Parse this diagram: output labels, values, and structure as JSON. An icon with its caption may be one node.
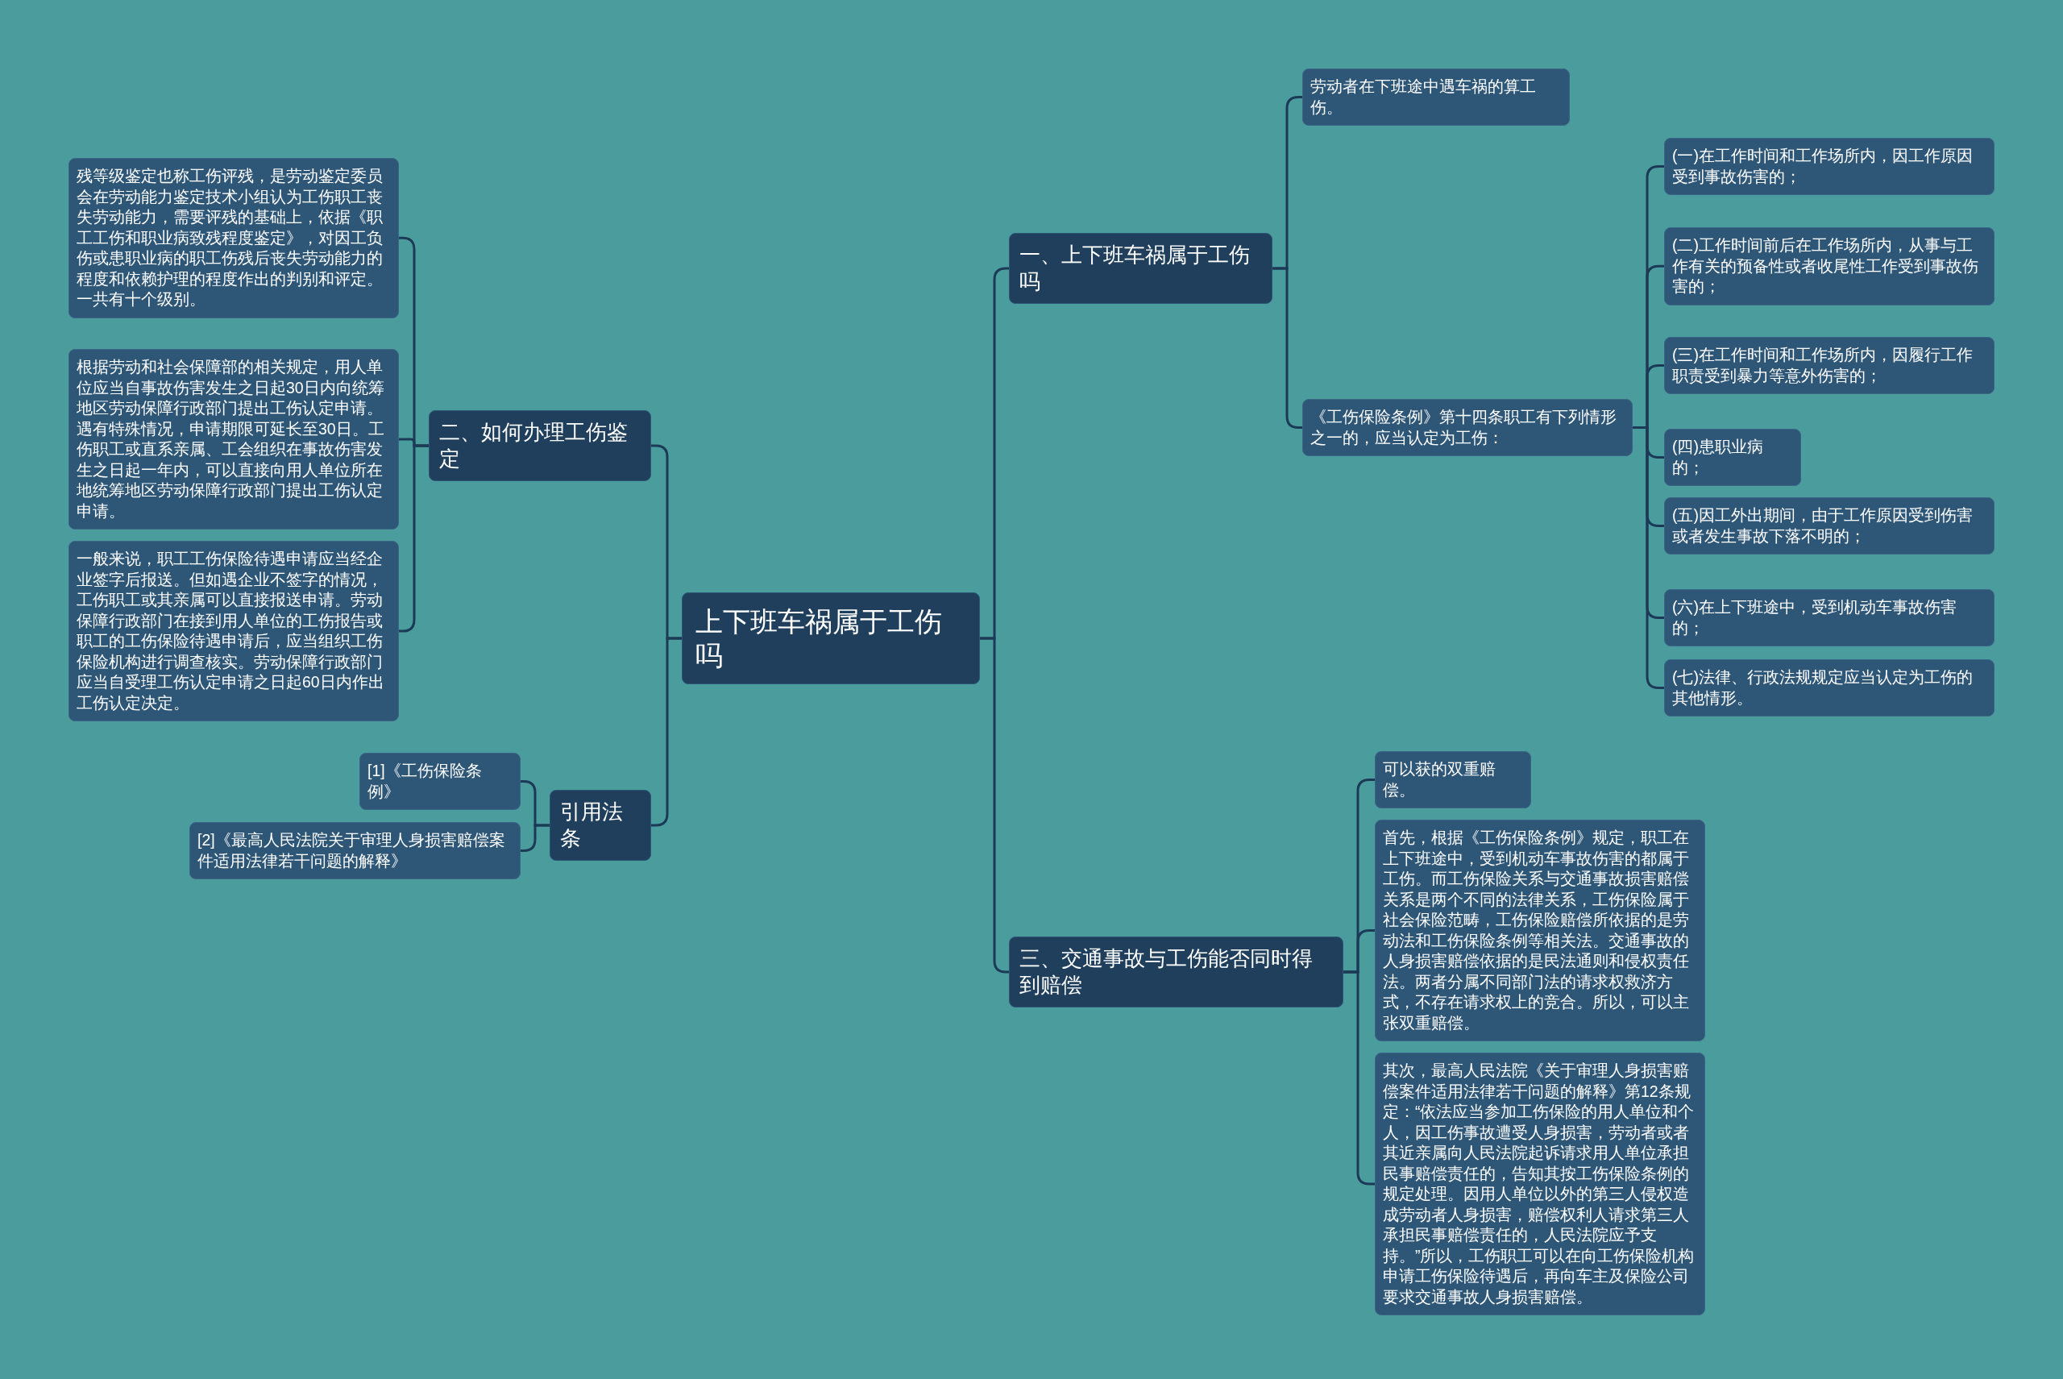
{
  "diagram": {
    "nodes": [
      {
        "text": [
          "上下班车祸属于工伤吗"
        ]
      },
      {
        "text": [
          "一、上下班车祸属于工伤吗"
        ]
      },
      {
        "text": [
          "劳动者在下班途中遇车祸的算工伤。"
        ]
      },
      {
        "text": [
          "《工伤保险条例》第十四条职工有下列情形之一的，应当认定为工伤："
        ]
      },
      {
        "text": [
          "(一)在工作时间和工作场所内，因工作原因受到事故伤害的；"
        ]
      },
      {
        "text": [
          "(二)工作时间前后在工作场所内，从事与工作有关的预备性或者收尾性工作受到事故伤害的；"
        ]
      },
      {
        "text": [
          "(三)在工作时间和工作场所内，因履行工作职责受到暴力等意外伤害的；"
        ]
      },
      {
        "text": [
          "(四)患职业病的；"
        ]
      },
      {
        "text": [
          "(五)因工外出期间，由于工作原因受到伤害或者发生事故下落不明的；"
        ]
      },
      {
        "text": [
          "(六)在上下班途中，受到机动车事故伤害的；"
        ]
      },
      {
        "text": [
          "(七)法律、行政法规规定应当认定为工伤的其他情形。"
        ]
      },
      {
        "text": [
          "二、如何办理工伤鉴定"
        ]
      },
      {
        "text": [
          "残等级鉴定也称工伤评残，是劳动鉴定委员会在劳动能力鉴定技术小组认为工伤职工丧失劳动能力，需要评残的基础上，依据《职工工伤和职业病致残程度鉴定》，对因工负伤或患职业病的职工伤残后丧失劳动能力的程度和依赖护理的程度作出的判别和评定。一共有十个级别。"
        ]
      },
      {
        "text": [
          "根据劳动和社会保障部的相关规定，用人单位应当自事故伤害发生之日起30日内向统筹地区劳动保障行政部门提出工伤认定申请。遇有特殊情况，申请期限可延长至30日。工伤职工或直系亲属、工会组织在事故伤害发生之日起一年内，可以直接向用人单位所在地统筹地区劳动保障行政部门提出工伤认定申请。"
        ]
      },
      {
        "text": [
          "一般来说，职工工伤保险待遇申请应当经企业签字后报送。但如遇企业不签字的情况，工伤职工或其亲属可以直接报送申请。劳动保障行政部门在接到用人单位的工伤报告或职工的工伤保险待遇申请后，应当组织工伤保险机构进行调查核实。劳动保障行政部门应当自受理工伤认定申请之日起60日内作出工伤认定决定。"
        ]
      },
      {
        "text": [
          "三、交通事故与工伤能否同时得到赔偿"
        ]
      },
      {
        "text": [
          "可以获的双重赔偿。"
        ]
      },
      {
        "text": [
          "首先，根据《工伤保险条例》规定，职工在上下班途中，受到机动车事故伤害的都属于工伤。而工伤保险关系与交通事故损害赔偿关系是两个不同的法律关系，工伤保险属于社会保险范畴，工伤保险赔偿所依据的是劳动法和工伤保险条例等相关法。交通事故的人身损害赔偿依据的是民法通则和侵权责任法。两者分属不同部门法的请求权救济方式，不存在请求权上的竞合。所以，可以主张双重赔偿。"
        ]
      },
      {
        "text": [
          "其次，最高人民法院《关于审理人身损害赔偿案件适用法律若干问题的解释》第12条规定：“依法应当参加工伤保险的用人单位和个人，因工伤事故遭受人身损害，劳动者或者其近亲属向人民法院起诉请求用人单位承担民事赔偿责任的，告知其按工伤保险条例的规定处理。因用人单位以外的第三人侵权造成劳动者人身损害，赔偿权利人请求第三人承担民事赔偿责任的，人民法院应予支持。”所以，工伤职工可以在向工伤保险机构申请工伤保险待遇后，再向车主及保险公司要求交通事故人身损害赔偿。"
        ]
      },
      {
        "text": [
          "引用法条"
        ]
      },
      {
        "text": [
          "[1]《工伤保险条例》"
        ]
      },
      {
        "text": [
          "[2]《最高人民法院关于审理人身损害赔偿案件适用法律若干问题的解释》"
        ]
      }
    ],
    "edges": [
      {
        "from": 0,
        "to": 1,
        "arrow": "none"
      },
      {
        "from": 1,
        "to": 2,
        "arrow": "none"
      },
      {
        "from": 1,
        "to": 3,
        "arrow": "none"
      },
      {
        "from": 3,
        "to": 4,
        "arrow": "none"
      },
      {
        "from": 3,
        "to": 5,
        "arrow": "none"
      },
      {
        "from": 3,
        "to": 6,
        "arrow": "none"
      },
      {
        "from": 3,
        "to": 7,
        "arrow": "none"
      },
      {
        "from": 3,
        "to": 8,
        "arrow": "none"
      },
      {
        "from": 3,
        "to": 9,
        "arrow": "none"
      },
      {
        "from": 3,
        "to": 10,
        "arrow": "none"
      },
      {
        "from": 0,
        "to": 11,
        "arrow": "none"
      },
      {
        "from": 11,
        "to": 12,
        "arrow": "none"
      },
      {
        "from": 11,
        "to": 13,
        "arrow": "none"
      },
      {
        "from": 11,
        "to": 14,
        "arrow": "none"
      },
      {
        "from": 0,
        "to": 15,
        "arrow": "none"
      },
      {
        "from": 15,
        "to": 16,
        "arrow": "none"
      },
      {
        "from": 15,
        "to": 17,
        "arrow": "none"
      },
      {
        "from": 15,
        "to": 18,
        "arrow": "none"
      },
      {
        "from": 0,
        "to": 19,
        "arrow": "none"
      },
      {
        "from": 19,
        "to": 20,
        "arrow": "none"
      },
      {
        "from": 19,
        "to": 21,
        "arrow": "none"
      }
    ]
  }
}
